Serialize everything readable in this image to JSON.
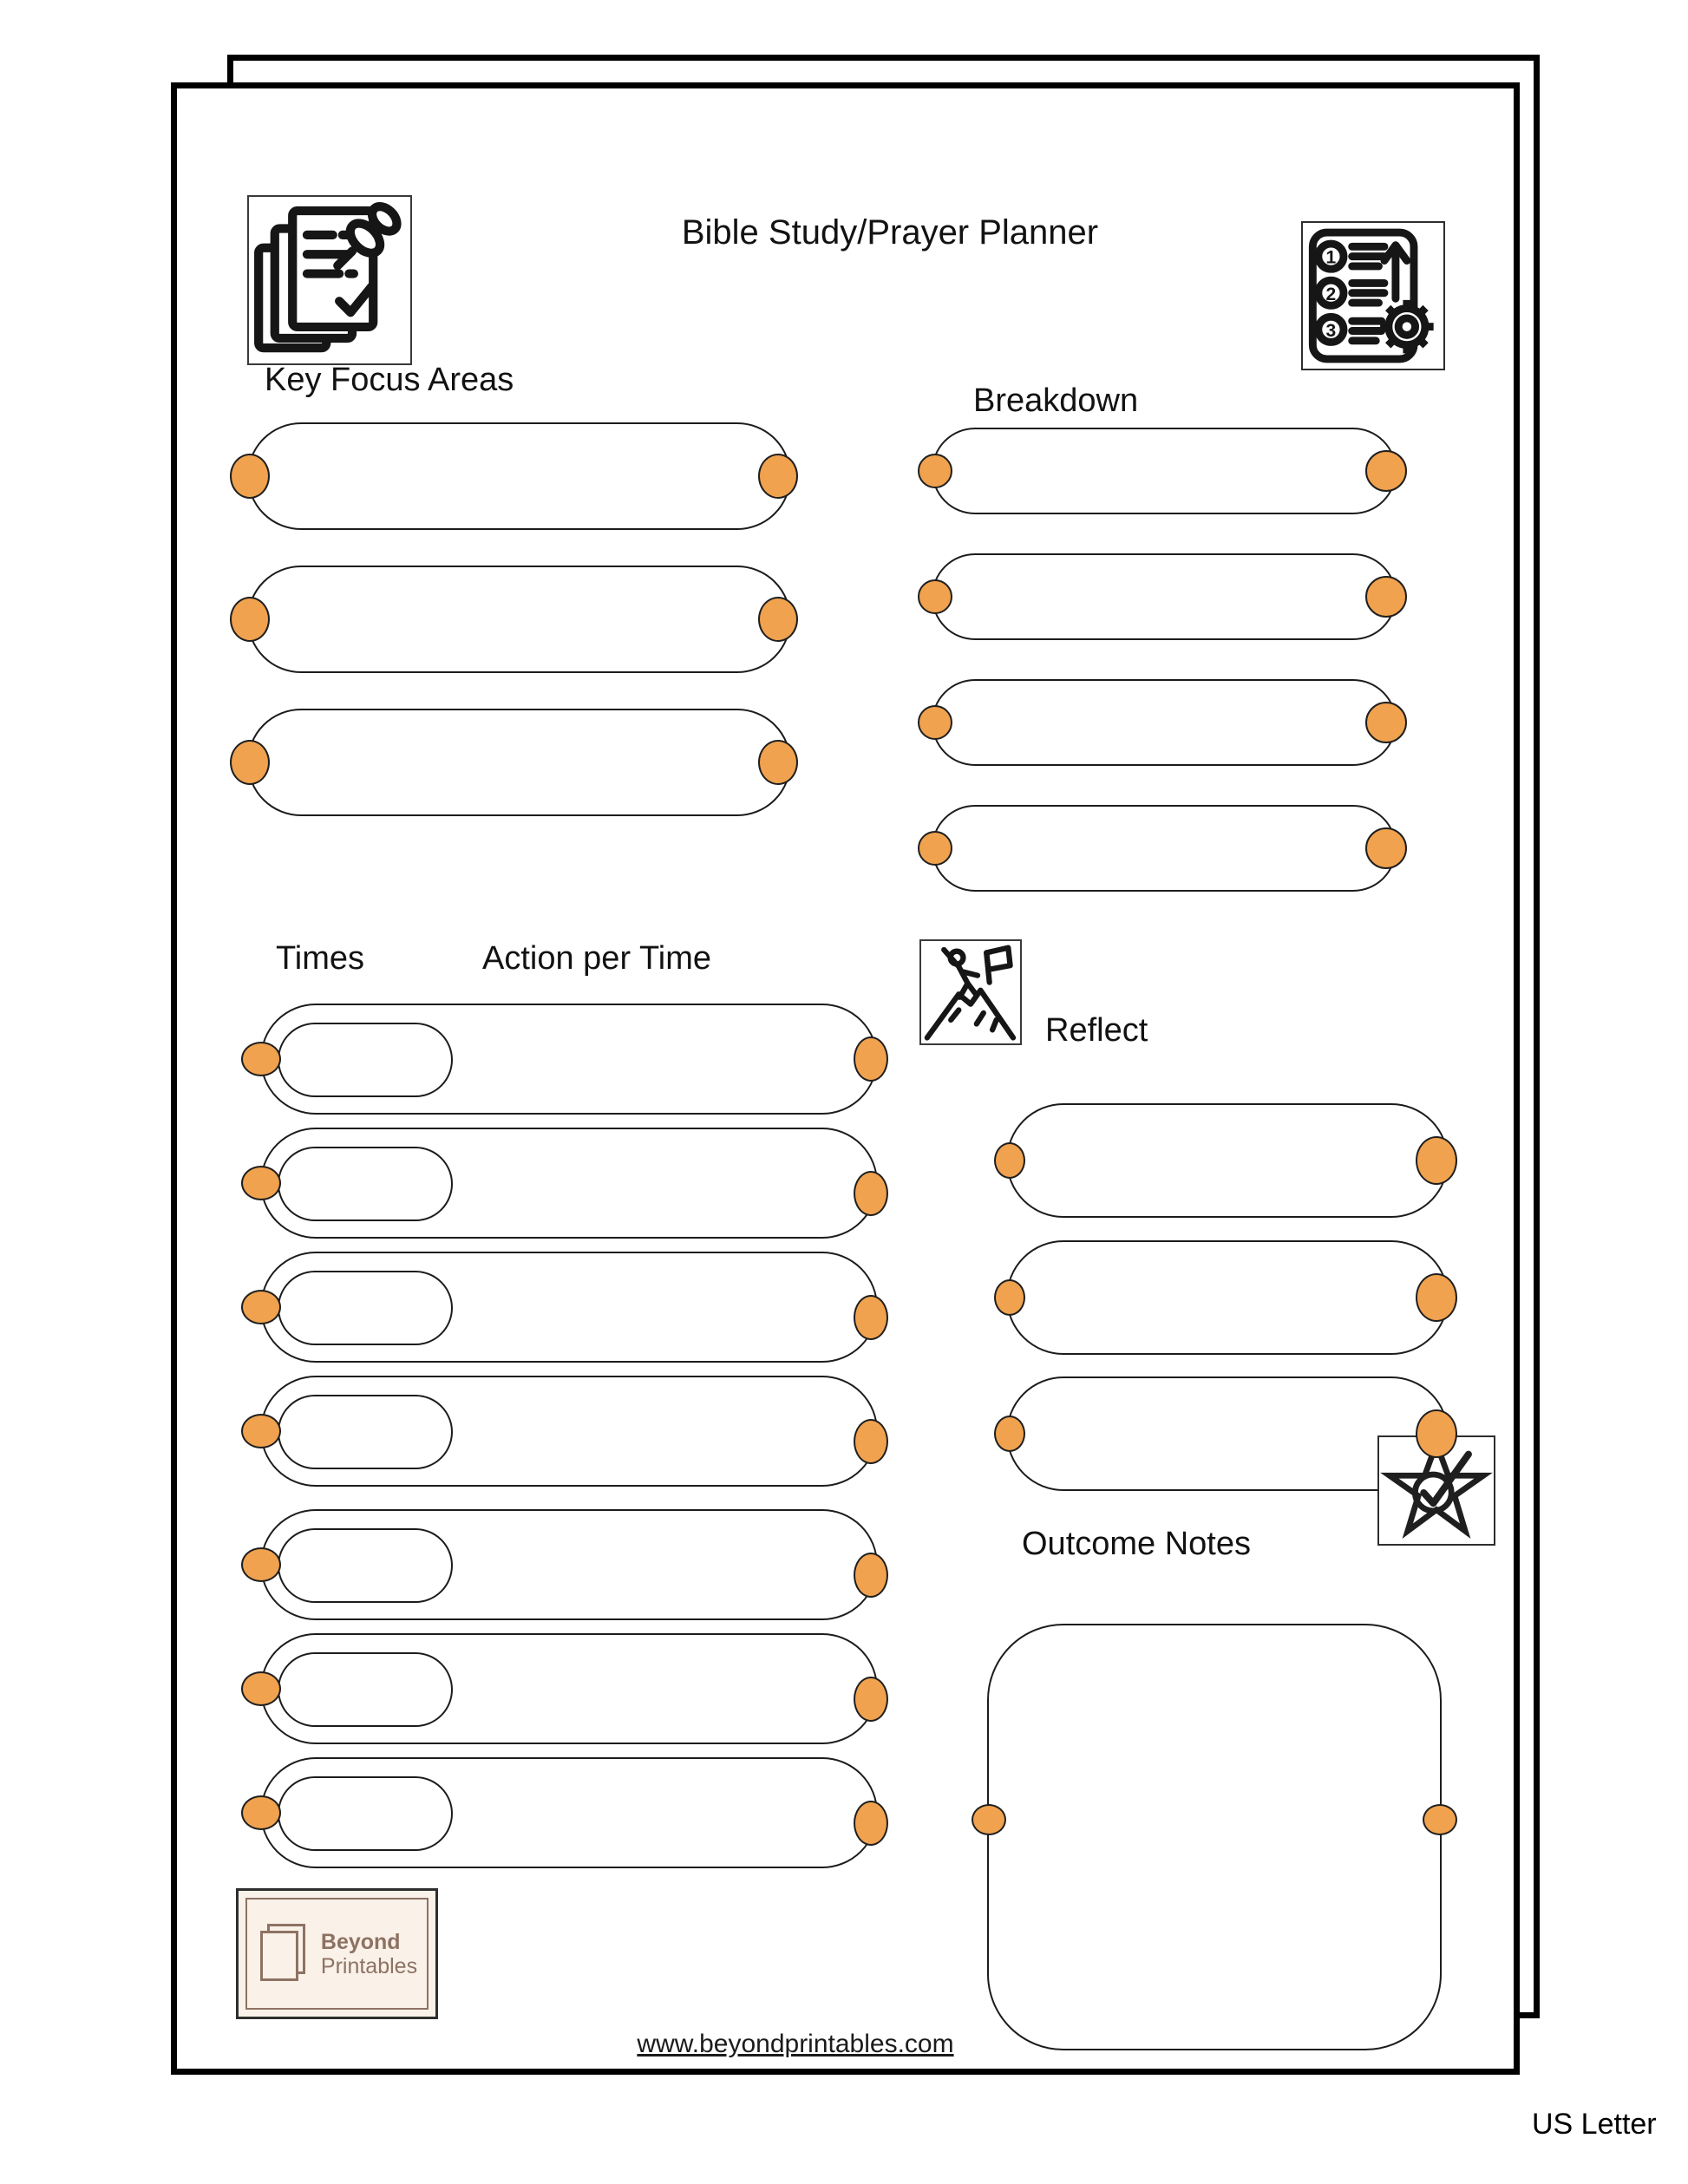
{
  "page": {
    "title": "Bible Study/Prayer Planner",
    "size_label": "US Letter",
    "footer_url": "www.beyondprintables.com"
  },
  "colors": {
    "accent_orange": "#F0A24F",
    "outline_black": "#1c1c1c",
    "logo_background": "#FAF1E8",
    "logo_brown": "#8D7263"
  },
  "sections": {
    "key_focus_areas": {
      "heading": "Key Focus Areas",
      "row_count": 3
    },
    "breakdown": {
      "heading": "Breakdown",
      "row_count": 4
    },
    "times": {
      "times_heading": "Times",
      "action_heading": "Action per Time",
      "row_count": 7
    },
    "reflect": {
      "heading": "Reflect",
      "row_count": 3
    },
    "outcome_notes": {
      "heading": "Outcome Notes"
    }
  },
  "icons": {
    "top_left": "pinned-checklist-icon",
    "top_right": "numbered-steps-gear-icon",
    "numbered_steps": [
      "1",
      "2",
      "3"
    ],
    "middle": "mountain-climber-flag-icon",
    "lower_right": "star-check-icon"
  },
  "logo": {
    "name_line1": "Beyond",
    "name_line2": "Printables"
  }
}
